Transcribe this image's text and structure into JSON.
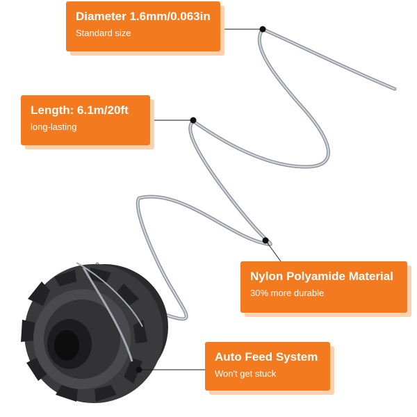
{
  "callouts": [
    {
      "title": "Diameter 1.6mm/0.063in",
      "subtitle": "Standard size"
    },
    {
      "title": "Length: 6.1m/20ft",
      "subtitle": "long-lasting"
    },
    {
      "title": "Nylon Polyamide Material",
      "subtitle": "30% more durable"
    },
    {
      "title": "Auto Feed System",
      "subtitle": "Won't get stuck"
    }
  ],
  "colors": {
    "accent": "#f37a1f",
    "accent_shadow": "#fbd2ad",
    "spool": "#2f2f31",
    "line": "#b7bcc2"
  }
}
